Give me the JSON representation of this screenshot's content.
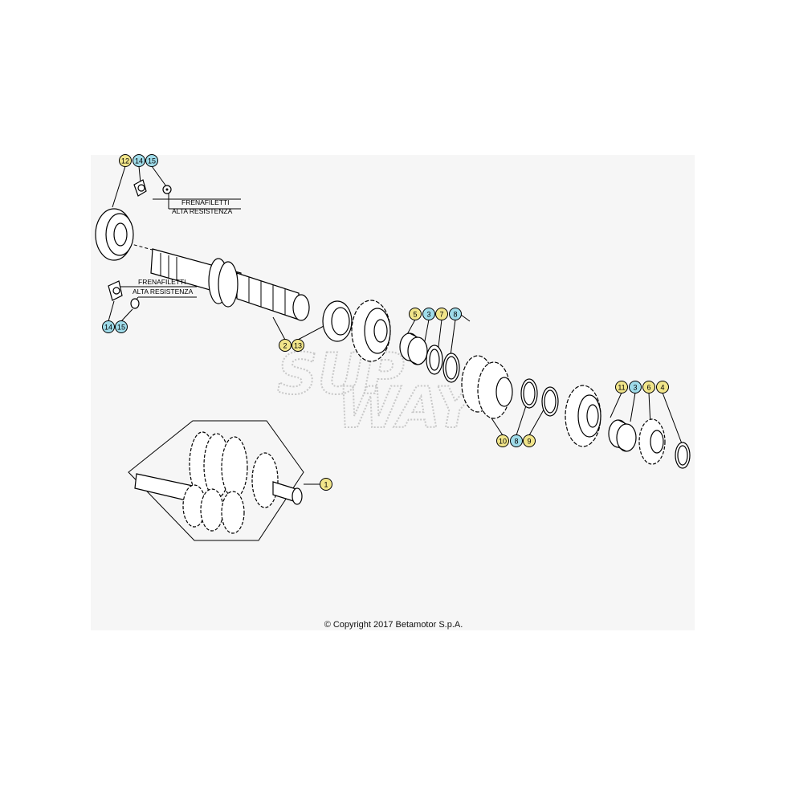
{
  "diagram": {
    "notes": [
      {
        "id": "note-top",
        "line1": "FRENAFILETTI",
        "line2": "ALTA RESISTENZA"
      },
      {
        "id": "note-left",
        "line1": "FRENAFILETTI",
        "line2": "ALTA RESISTENZA"
      }
    ],
    "callouts": [
      {
        "num": "12",
        "color": "#f1e58a"
      },
      {
        "num": "14",
        "color": "#9fdcea"
      },
      {
        "num": "15",
        "color": "#9fdcea"
      },
      {
        "num": "14",
        "color": "#9fdcea"
      },
      {
        "num": "15",
        "color": "#9fdcea"
      },
      {
        "num": "2",
        "color": "#f1e58a"
      },
      {
        "num": "13",
        "color": "#f1e58a"
      },
      {
        "num": "5",
        "color": "#f1e58a"
      },
      {
        "num": "3",
        "color": "#9fdcea"
      },
      {
        "num": "7",
        "color": "#f1e58a"
      },
      {
        "num": "8",
        "color": "#9fdcea"
      },
      {
        "num": "10",
        "color": "#f1e58a"
      },
      {
        "num": "8",
        "color": "#9fdcea"
      },
      {
        "num": "9",
        "color": "#f1e58a"
      },
      {
        "num": "11",
        "color": "#f1e58a"
      },
      {
        "num": "3",
        "color": "#9fdcea"
      },
      {
        "num": "6",
        "color": "#f1e58a"
      },
      {
        "num": "4",
        "color": "#f1e58a"
      },
      {
        "num": "1",
        "color": "#f1e58a"
      }
    ],
    "watermark": {
      "line1": "SUP",
      "line2": "WAY"
    },
    "copyright": "© Copyright 2017 Betamotor S.p.A."
  }
}
